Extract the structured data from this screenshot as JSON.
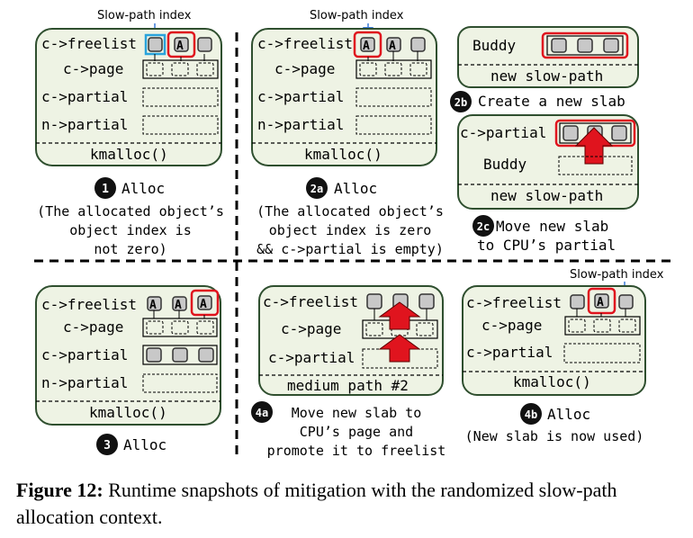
{
  "labels": {
    "slow_path_index": "Slow-path index",
    "freelist": "c->freelist",
    "page": "c->page",
    "c_partial": "c->partial",
    "n_partial": "n->partial",
    "kmalloc": "kmalloc()",
    "buddy": "Buddy",
    "new_slow_path": "new slow-path",
    "medium_path": "medium path #2",
    "obj_a": "A"
  },
  "steps": {
    "s1": {
      "badge": "1",
      "title": "Alloc",
      "lines": [
        "(The allocated object’s",
        "object index is",
        "not zero)"
      ]
    },
    "s2a": {
      "badge": "2a",
      "title": "Alloc",
      "lines": [
        "(The allocated object’s",
        "object index is zero",
        "&& c->partial is empty)"
      ]
    },
    "s2b": {
      "badge": "2b",
      "title": "Create a new slab"
    },
    "s2c": {
      "badge": "2c",
      "lines": [
        "Move new slab",
        "to CPU’s partial"
      ]
    },
    "s3": {
      "badge": "3",
      "title": "Alloc"
    },
    "s4a": {
      "badge": "4a",
      "lines": [
        "Move new slab to",
        "CPU’s page and",
        "promote it to freelist"
      ]
    },
    "s4b": {
      "badge": "4b",
      "title": "Alloc",
      "lines": [
        "(New slab is now used)"
      ]
    }
  },
  "caption": {
    "label": "Figure 12:",
    "text": " Runtime snapshots of mitigation with the randomized slow-path allocation context."
  },
  "colors": {
    "panel_fill": "#eef3e4",
    "panel_stroke": "#2f4f2f",
    "obj_fill": "#c8c8c8",
    "highlight": "#e0141e",
    "slow_index": "#3b7bd8",
    "index_border": "#29a3db"
  }
}
